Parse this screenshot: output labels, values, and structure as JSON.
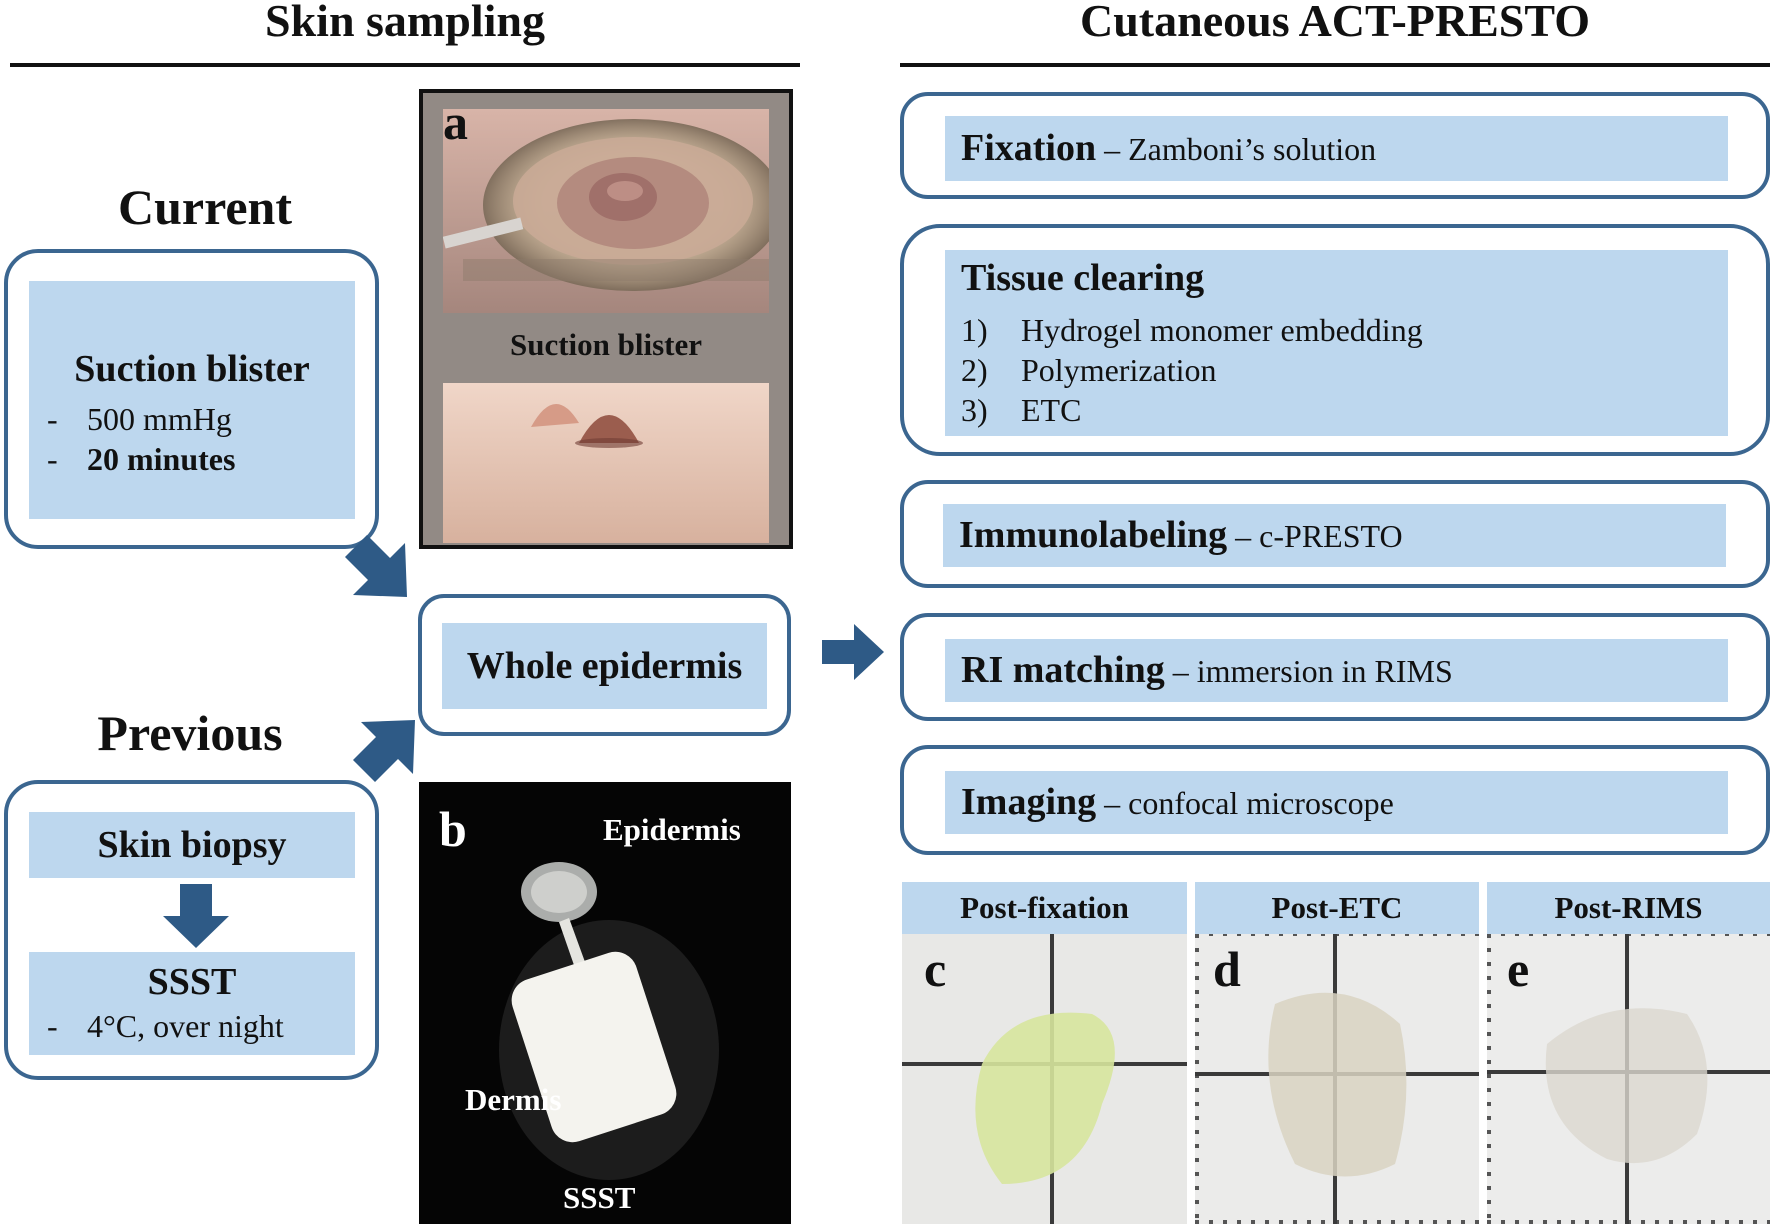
{
  "headers": {
    "left": "Skin sampling",
    "right": "Cutaneous ACT-PRESTO"
  },
  "current": {
    "heading": "Current",
    "box_title": "Suction blister",
    "items": [
      {
        "dash": "-",
        "text": "500 mmHg",
        "bold": false
      },
      {
        "dash": "-",
        "text": "20 minutes",
        "bold": true
      }
    ]
  },
  "previous": {
    "heading": "Previous",
    "biopsy": "Skin biopsy",
    "ssst_title": "SSST",
    "ssst_items": [
      {
        "dash": "-",
        "text": "4°C, over night"
      }
    ]
  },
  "center": {
    "whole": "Whole epidermis"
  },
  "panel_a": {
    "letter": "a",
    "label": "Suction blister"
  },
  "panel_b": {
    "letter": "b",
    "epidermis": "Epidermis",
    "dermis": "Dermis",
    "ssst": "SSST"
  },
  "steps": {
    "fixation": {
      "title": "Fixation",
      "sub": " – Zamboni’s solution"
    },
    "clearing": {
      "title": "Tissue clearing",
      "items": [
        {
          "n": "1)",
          "text": "Hydrogel monomer embedding"
        },
        {
          "n": "2)",
          "text": "Polymerization"
        },
        {
          "n": "3)",
          "text": "ETC"
        }
      ]
    },
    "immuno": {
      "title": "Immunolabeling",
      "sub": " – c-PRESTO"
    },
    "ri": {
      "title": "RI matching",
      "sub": " – immersion in RIMS"
    },
    "imaging": {
      "title": "Imaging",
      "sub": " – confocal microscope"
    }
  },
  "photos": [
    {
      "header": "Post-fixation",
      "letter": "c"
    },
    {
      "header": "Post-ETC",
      "letter": "d"
    },
    {
      "header": "Post-RIMS",
      "letter": "e"
    }
  ],
  "colors": {
    "box_fill": "#bdd7ee",
    "box_border": "#3b6690",
    "arrow": "#2e5a86"
  }
}
